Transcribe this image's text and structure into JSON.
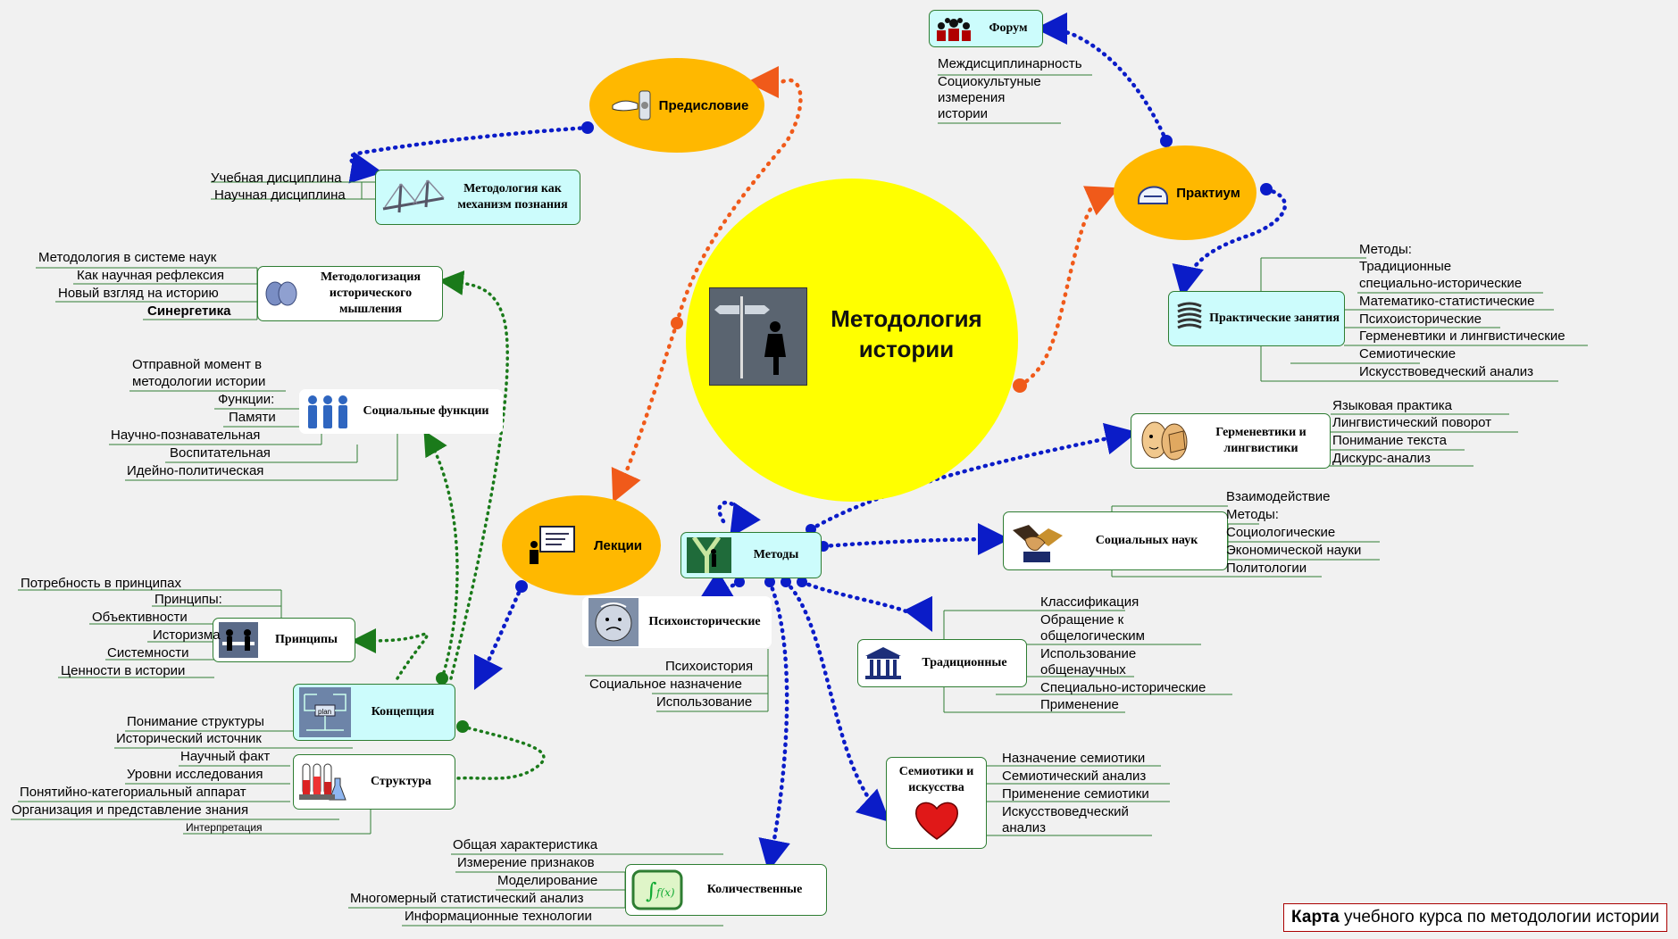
{
  "colors": {
    "background": "#f1f1f1",
    "center_circle": "#ffff00",
    "oval": "#ffb800",
    "box_cyan": "#ccfcfc",
    "box_border": "#2e7d32",
    "link_blue": "#0b1cc8",
    "link_green": "#1a7a1a",
    "link_orange": "#f05a1a"
  },
  "center": {
    "title": "Методология истории",
    "icon": "signpost-person-icon"
  },
  "caption": {
    "bold": "Карта",
    "rest": " учебного курса по методологии истории"
  },
  "nodes": {
    "predislovie": {
      "label": "Предисловие",
      "icon": "hand-button-icon"
    },
    "praktikum": {
      "label": "Практиум",
      "icon": "helmet-icon"
    },
    "lekcii": {
      "label": "Лекции",
      "icon": "presentation-board-icon"
    },
    "forum": {
      "label": "Форум",
      "icon": "people-group-icon"
    },
    "mekh": {
      "label": "Методология как механизм познания",
      "icon": "bridge-icon"
    },
    "metodologizacia": {
      "label": "Методологизация исторического мышления",
      "icon": "brain-icon"
    },
    "social_func": {
      "label": "Социальные функции",
      "icon": "people-icon"
    },
    "principy": {
      "label": "Принципы",
      "icon": "meeting-icon"
    },
    "koncepcia": {
      "label": "Концепция",
      "icon": "plan-chart-icon"
    },
    "struktura": {
      "label": "Структура",
      "icon": "test-tubes-icon"
    },
    "metody": {
      "label": "Методы",
      "icon": "crossroads-icon"
    },
    "psihoist": {
      "label": "Психоисторические",
      "icon": "face-icon"
    },
    "kolich": {
      "label": "Количественные",
      "icon": "integral-icon"
    },
    "traditional": {
      "label": "Традиционные",
      "icon": "museum-icon"
    },
    "semiotiki": {
      "label": "Семиотики и искусства",
      "icon": "heart-icon"
    },
    "socnauk": {
      "label": "Социальных наук",
      "icon": "handshake-icon"
    },
    "germenevtiki": {
      "label": "Герменевтики и лингвистики",
      "icon": "faces-icon"
    },
    "prakt_zan": {
      "label": "Практические занятия",
      "icon": "coil-icon"
    }
  },
  "lists": {
    "forum": [
      "Междисциплинарность",
      "Социокультуные",
      "измерения",
      "истории"
    ],
    "mekh": [
      "Учебная дисциплина",
      "Научная дисциплина"
    ],
    "metodologizacia": [
      "Методология в системе наук",
      "Как научная рефлексия",
      "Новый взгляд на историю",
      "Синергетика"
    ],
    "social_func": [
      "Отправной момент в",
      "методологии истории",
      "Функции:",
      "Памяти",
      "Научно-познавательная",
      "Воспитательная",
      "Идейно-политическая"
    ],
    "principy": [
      "Потребность в принципах",
      "Принципы:",
      "Объективности",
      "Историзма",
      "Системности",
      "Ценности в истории"
    ],
    "koncepcia": [
      "Понимание структуры",
      "Исторический источник"
    ],
    "struktura": [
      "Научный факт",
      "Уровни исследования",
      "Понятийно-категориальный аппарат",
      "Организация и представление знания",
      "Интерпретация"
    ],
    "psihoist": [
      "Психоистория",
      "Социальное назначение",
      "Использование"
    ],
    "kolich": [
      "Общая характеристика",
      "Измерение признаков",
      "Моделирование",
      "Многомерный статистический анализ",
      "Информационные технологии"
    ],
    "traditional": [
      "Классификация",
      "Обращение к",
      "общелогическим",
      "Использование",
      "общенаучных",
      "Специально-исторические",
      "Применение"
    ],
    "semiotiki": [
      "Назначение семиотики",
      "Семиотический анализ",
      "Применение семиотики",
      "Искусствоведческий",
      "анализ"
    ],
    "socnauk": [
      "Взаимодействие",
      "Методы:",
      "Социологические",
      "Экономической науки",
      "Политологии"
    ],
    "germenevtiki": [
      "Языковая практика",
      "Лингвистический поворот",
      "Понимание текста",
      "Дискурс-анализ"
    ],
    "prakt_zan": [
      "Методы:",
      "Традиционные",
      "специально-исторические",
      "Математико-статистические",
      "Психоисторические",
      "Герменевтики и лингвистические",
      "Семиотические",
      "Искусствоведческий анализ"
    ]
  }
}
